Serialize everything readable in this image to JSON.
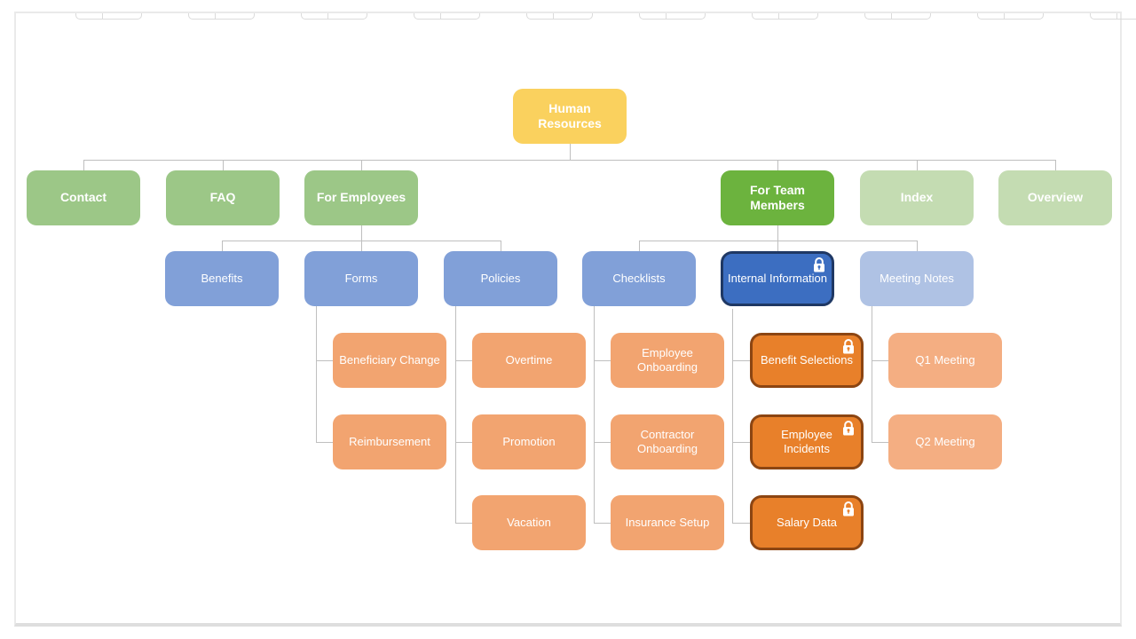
{
  "diagram_type": "org-chart-sitemap",
  "colors": {
    "root_yellow": "#FAD15E",
    "green": "#9CC787",
    "green_highlight": "#6CB33E",
    "green_muted": "#C4DCB2",
    "blue": "#81A0D8",
    "blue_locked": "#3C6EC1",
    "blue_locked_border": "#1F3864",
    "blue_muted": "#AFC2E4",
    "orange": "#F2A470",
    "orange_muted": "#F4AE82",
    "orange_locked": "#E8802A",
    "orange_locked_border": "#8C4512",
    "connector": "#BFBFBF",
    "node_text": "#FFFFFF"
  },
  "nodes": {
    "human_resources": {
      "label": "Human Resources"
    },
    "contact": {
      "label": "Contact"
    },
    "faq": {
      "label": "FAQ"
    },
    "for_employees": {
      "label": "For Employees"
    },
    "for_team_members": {
      "label": "For Team Members",
      "highlighted": true
    },
    "index": {
      "label": "Index",
      "muted": true
    },
    "overview": {
      "label": "Overview",
      "muted": true
    },
    "benefits": {
      "label": "Benefits"
    },
    "forms": {
      "label": "Forms"
    },
    "policies": {
      "label": "Policies"
    },
    "checklists": {
      "label": "Checklists"
    },
    "internal_information": {
      "label": "Internal Information",
      "locked": true,
      "icon": "lock-icon"
    },
    "meeting_notes": {
      "label": "Meeting Notes",
      "muted": true
    },
    "beneficiary_change": {
      "label": "Beneficiary Change"
    },
    "reimbursement": {
      "label": "Reimbursement"
    },
    "overtime": {
      "label": "Overtime"
    },
    "promotion": {
      "label": "Promotion"
    },
    "vacation": {
      "label": "Vacation"
    },
    "employee_onboarding": {
      "label": "Employee Onboarding"
    },
    "contractor_onboarding": {
      "label": "Contractor Onboarding"
    },
    "insurance_setup": {
      "label": "Insurance Setup"
    },
    "benefit_selections": {
      "label": "Benefit Selections",
      "locked": true,
      "icon": "lock-icon"
    },
    "employee_incidents": {
      "label": "Employee Incidents",
      "locked": true,
      "icon": "lock-icon"
    },
    "salary_data": {
      "label": "Salary Data",
      "locked": true,
      "icon": "lock-icon"
    },
    "q1_meeting": {
      "label": "Q1 Meeting",
      "muted": true
    },
    "q2_meeting": {
      "label": "Q2 Meeting",
      "muted": true
    }
  },
  "hierarchy": {
    "root": "human_resources",
    "children": {
      "human_resources": [
        "contact",
        "faq",
        "for_employees",
        "for_team_members",
        "index",
        "overview"
      ],
      "for_employees": [
        "benefits",
        "forms",
        "policies"
      ],
      "forms": [
        "beneficiary_change",
        "reimbursement"
      ],
      "policies": [
        "overtime",
        "promotion",
        "vacation"
      ],
      "for_team_members": [
        "checklists",
        "internal_information",
        "meeting_notes"
      ],
      "checklists": [
        "employee_onboarding",
        "contractor_onboarding",
        "insurance_setup"
      ],
      "internal_information": [
        "benefit_selections",
        "employee_incidents",
        "salary_data"
      ],
      "meeting_notes": [
        "q1_meeting",
        "q2_meeting"
      ]
    }
  }
}
